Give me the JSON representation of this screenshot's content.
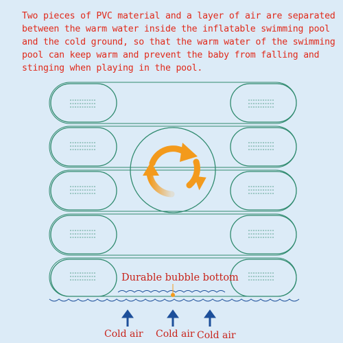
{
  "caption": "Two pieces of PVC material and a layer of air are separated\nbetween the warm water inside the inflatable swimming pool\nand the cold ground, so that the warm water of the swimming\npool can keep warm and prevent the baby from falling and\nstinging when playing in the pool.",
  "bottom_label": "Durable bubble bottom",
  "cold_air_labels": [
    "Cold air",
    "Cold air",
    "Cold air"
  ],
  "colors": {
    "caption": "#e0291a",
    "outline": "#2f8a6e",
    "arrow_orange": "#f39a1c",
    "arrow_blue": "#1d4f9a",
    "background": "#dcebf7"
  },
  "icons": [
    "circulation-arrows-icon",
    "up-arrow-icon"
  ]
}
